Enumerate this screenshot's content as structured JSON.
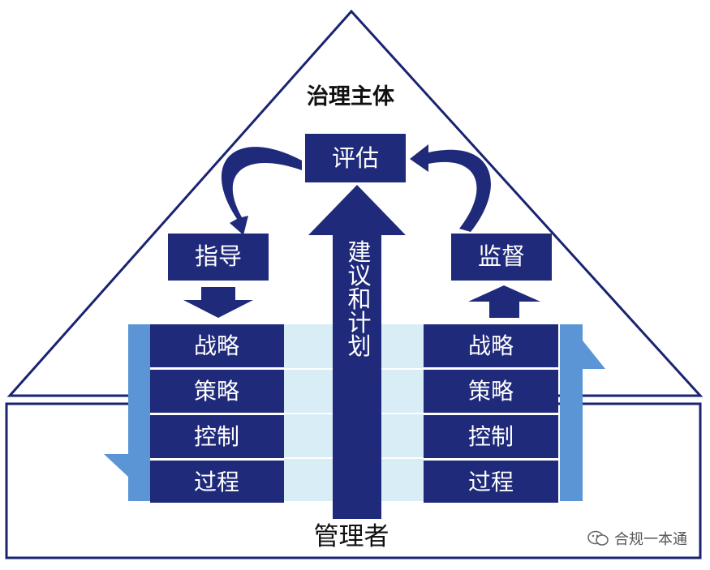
{
  "diagram": {
    "apex_title": "治理主体",
    "evaluate": "评估",
    "direct": "指导",
    "monitor": "监督",
    "vertical_arrow": "建议和计划",
    "base_label": "管理者",
    "left_stack": [
      "战略",
      "策略",
      "控制",
      "过程"
    ],
    "right_stack": [
      "战略",
      "策略",
      "控制",
      "过程"
    ]
  },
  "watermark": {
    "text": "合规一本通"
  },
  "colors": {
    "navy": "#1f2a7a",
    "outline": "#1a2370",
    "side_blue": "#5b95d6",
    "pale_band": "#d8edf6"
  }
}
